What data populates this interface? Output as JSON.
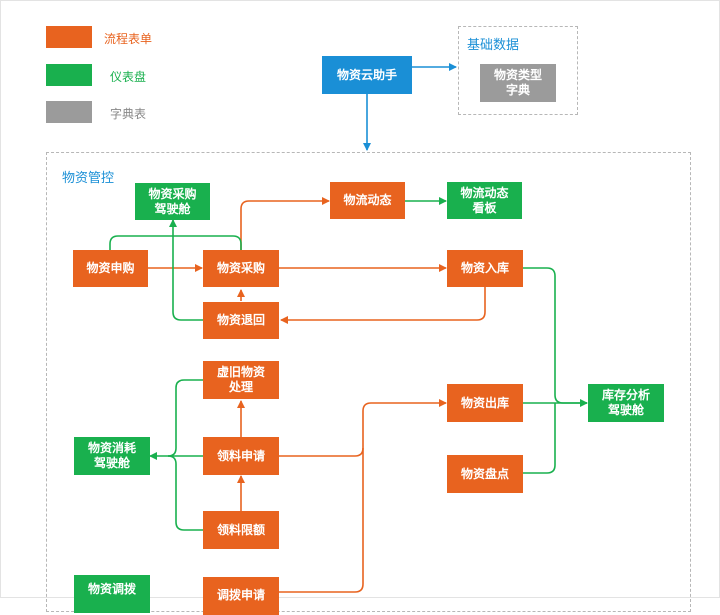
{
  "legend": [
    {
      "label": "流程表单",
      "color": "#e8631f",
      "label_color": "#e8631f"
    },
    {
      "label": "仪表盘",
      "color": "#19b04e",
      "label_color": "#19b04e"
    },
    {
      "label": "字典表",
      "color": "#9b9b9b",
      "label_color": "#888888"
    }
  ],
  "groups": {
    "basic_data": "基础数据",
    "material_control": "物资管控"
  },
  "nodes": {
    "assistant": "物资云助手",
    "material_type": "物资类型\n字典",
    "purchase_cockpit": "物资采购\n驾驶舱",
    "logistics": "物流动态",
    "logistics_board": "物流动态\n看板",
    "request": "物资申购",
    "purchase": "物资采购",
    "inbound": "物资入库",
    "return": "物资退回",
    "old_disposal": "虚旧物资\n处理",
    "outbound": "物资出库",
    "inventory_cockpit": "库存分析\n驾驶舱",
    "consume_cockpit": "物资消耗\n驾驶舱",
    "apply": "领料申请",
    "stocktake": "物资盘点",
    "limit": "领料限额",
    "transfer_cockpit": "物资调拨",
    "transfer_apply": "调拨申请"
  }
}
